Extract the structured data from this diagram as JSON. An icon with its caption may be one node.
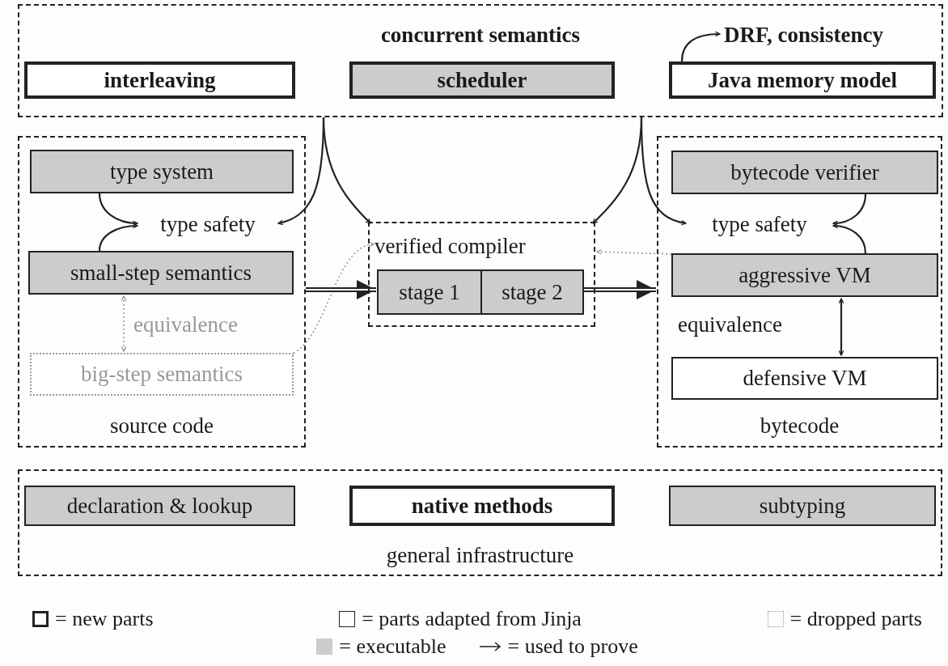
{
  "diagram": {
    "nodes": [
      {
        "text": [
          "concurrent semantics"
        ]
      },
      {
        "text": [
          "interleaving"
        ],
        "in": 0
      },
      {
        "text": [
          "scheduler"
        ],
        "in": 0
      },
      {
        "text": [
          "Java memory model"
        ],
        "in": 0
      },
      {
        "text": [
          "DRF, consistency"
        ],
        "in": 0
      },
      {
        "text": [
          "source code"
        ]
      },
      {
        "text": [
          "type system"
        ],
        "in": 5
      },
      {
        "text": [
          "type safety"
        ],
        "in": 5
      },
      {
        "text": [
          "small-step semantics"
        ],
        "in": 5
      },
      {
        "text": [
          "big-step semantics"
        ],
        "in": 5
      },
      {
        "text": [
          "verified compiler"
        ]
      },
      {
        "text": [
          "stage 1"
        ],
        "in": 10
      },
      {
        "text": [
          "stage 2"
        ],
        "in": 10
      },
      {
        "text": [
          "bytecode"
        ]
      },
      {
        "text": [
          "bytecode verifier"
        ],
        "in": 13
      },
      {
        "text": [
          "type safety"
        ],
        "in": 13
      },
      {
        "text": [
          "aggressive VM"
        ],
        "in": 13
      },
      {
        "text": [
          "defensive VM"
        ],
        "in": 13
      },
      {
        "text": [
          "general infrastructure"
        ]
      },
      {
        "text": [
          "declaration & lookup"
        ],
        "in": 18
      },
      {
        "text": [
          "native methods"
        ],
        "in": 18
      },
      {
        "text": [
          "subtyping"
        ],
        "in": 18
      }
    ],
    "edges": [
      {
        "from": 3,
        "to": 4,
        "arrow": "to"
      },
      {
        "from": 0,
        "to": 7,
        "arrow": "to"
      },
      {
        "from": 0,
        "to": 10,
        "arrow": "to"
      },
      {
        "from": 0,
        "to": 10,
        "arrow": "to"
      },
      {
        "from": 0,
        "to": 15,
        "arrow": "to"
      },
      {
        "from": 6,
        "to": 7,
        "arrow": "to"
      },
      {
        "from": 8,
        "to": 7,
        "arrow": "to"
      },
      {
        "from": 8,
        "to": 9,
        "arrow": "both",
        "label": "equivalence",
        "style": "dashed",
        "color": "#999999"
      },
      {
        "from": 9,
        "to": 10,
        "arrow": "to",
        "style": "dashed",
        "color": "#999999"
      },
      {
        "from": 5,
        "to": 11,
        "arrow": "to",
        "style": "thick"
      },
      {
        "from": 12,
        "to": 13,
        "arrow": "to",
        "style": "thick"
      },
      {
        "from": 16,
        "to": 10,
        "arrow": "to",
        "style": "dashed",
        "color": "#999999"
      },
      {
        "from": 14,
        "to": 15,
        "arrow": "to"
      },
      {
        "from": 16,
        "to": 15,
        "arrow": "to"
      },
      {
        "from": 16,
        "to": 17,
        "arrow": "both",
        "label": "equivalence"
      }
    ],
    "legend": [
      {
        "text": "= new parts"
      },
      {
        "text": "= parts adapted from Jinja"
      },
      {
        "text": "= dropped parts"
      },
      {
        "text": "= executable",
        "color": "#cccccc"
      },
      {
        "text": "= used to prove"
      }
    ]
  }
}
